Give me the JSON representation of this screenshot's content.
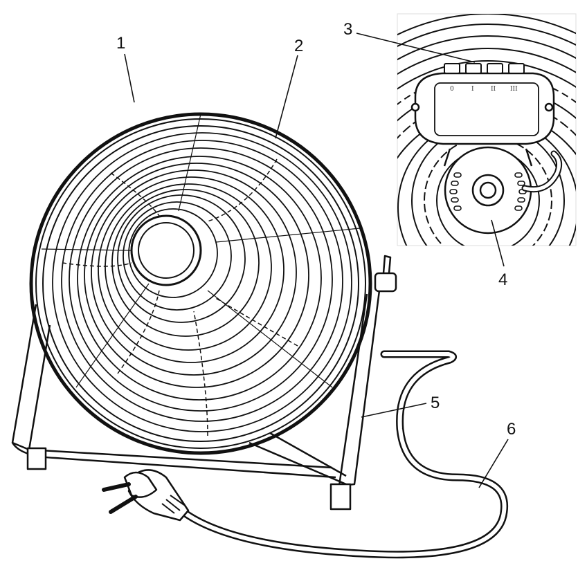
{
  "callouts": [
    {
      "id": "1",
      "text": "1"
    },
    {
      "id": "2",
      "text": "2"
    },
    {
      "id": "3",
      "text": "3"
    },
    {
      "id": "4",
      "text": "4"
    },
    {
      "id": "5",
      "text": "5"
    },
    {
      "id": "6",
      "text": "6"
    }
  ],
  "speed_labels": [
    "0",
    "I",
    "II",
    "III"
  ],
  "colors": {
    "ink": "#111111",
    "background": "#ffffff"
  }
}
